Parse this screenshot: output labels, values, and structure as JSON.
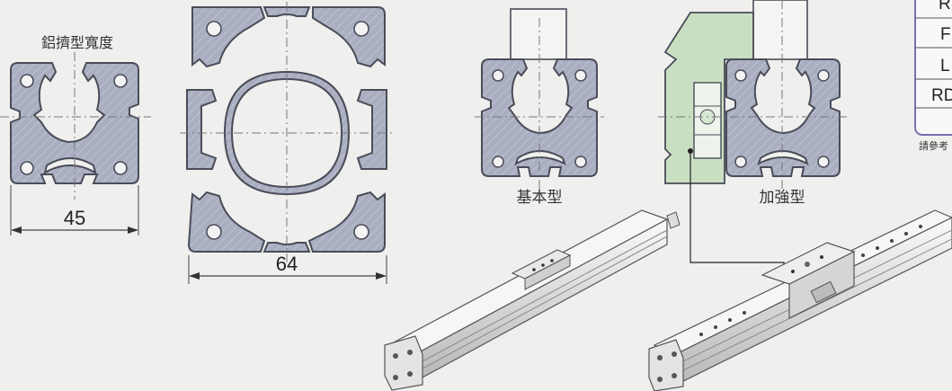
{
  "labels": {
    "section_title": "鋁擠型寬度",
    "width_small": "45",
    "width_large": "64",
    "type_basic": "基本型",
    "type_reinforced": "加強型"
  },
  "side_table": {
    "rows": [
      "R",
      "F",
      "L",
      "RD"
    ],
    "note": "請參考"
  },
  "colors": {
    "profile_fill": "#a8adc0",
    "outline": "#4a4c58",
    "bracket_fill": "#c9dfc2",
    "table_border": "#7a6fb0",
    "background": "#efefed"
  }
}
